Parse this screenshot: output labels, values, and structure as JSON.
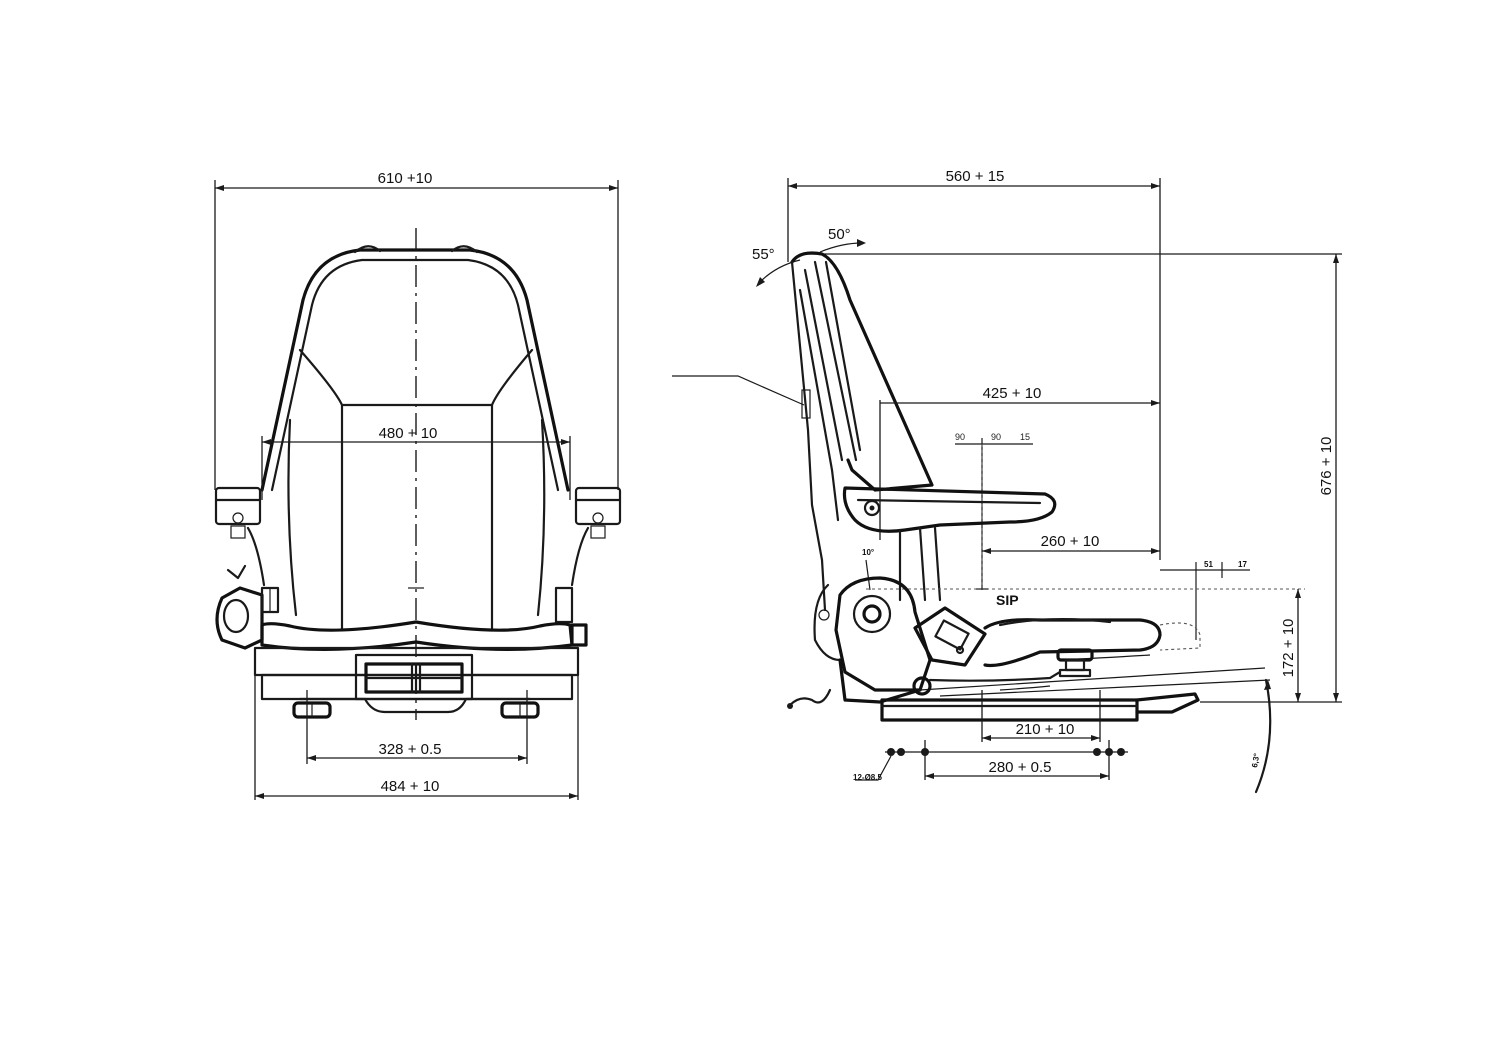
{
  "front_view": {
    "overall_width": "610 +10",
    "backrest_width": "480 + 10",
    "mount_spacing": "328 + 0.5",
    "base_width": "484 + 10"
  },
  "side_view": {
    "overall_depth": "560 + 15",
    "angle_forward": "55°",
    "angle_back": "50°",
    "armrest_depth": "425 + 10",
    "cushion_depth": "260 + 10",
    "slide_length": "210 + 10",
    "mount_spacing": "280 + 0.5",
    "overall_height": "676 + 10",
    "sip_height": "172 + 10",
    "sip_label": "SIP",
    "adjust_step_1": "90",
    "adjust_step_2": "90",
    "adjust_step_3": "15",
    "offset_1": "51",
    "offset_2": "17",
    "hole_spec": "12-Ø8.5",
    "tilt_angle": "6,3°",
    "pivot_angle": "10°"
  }
}
